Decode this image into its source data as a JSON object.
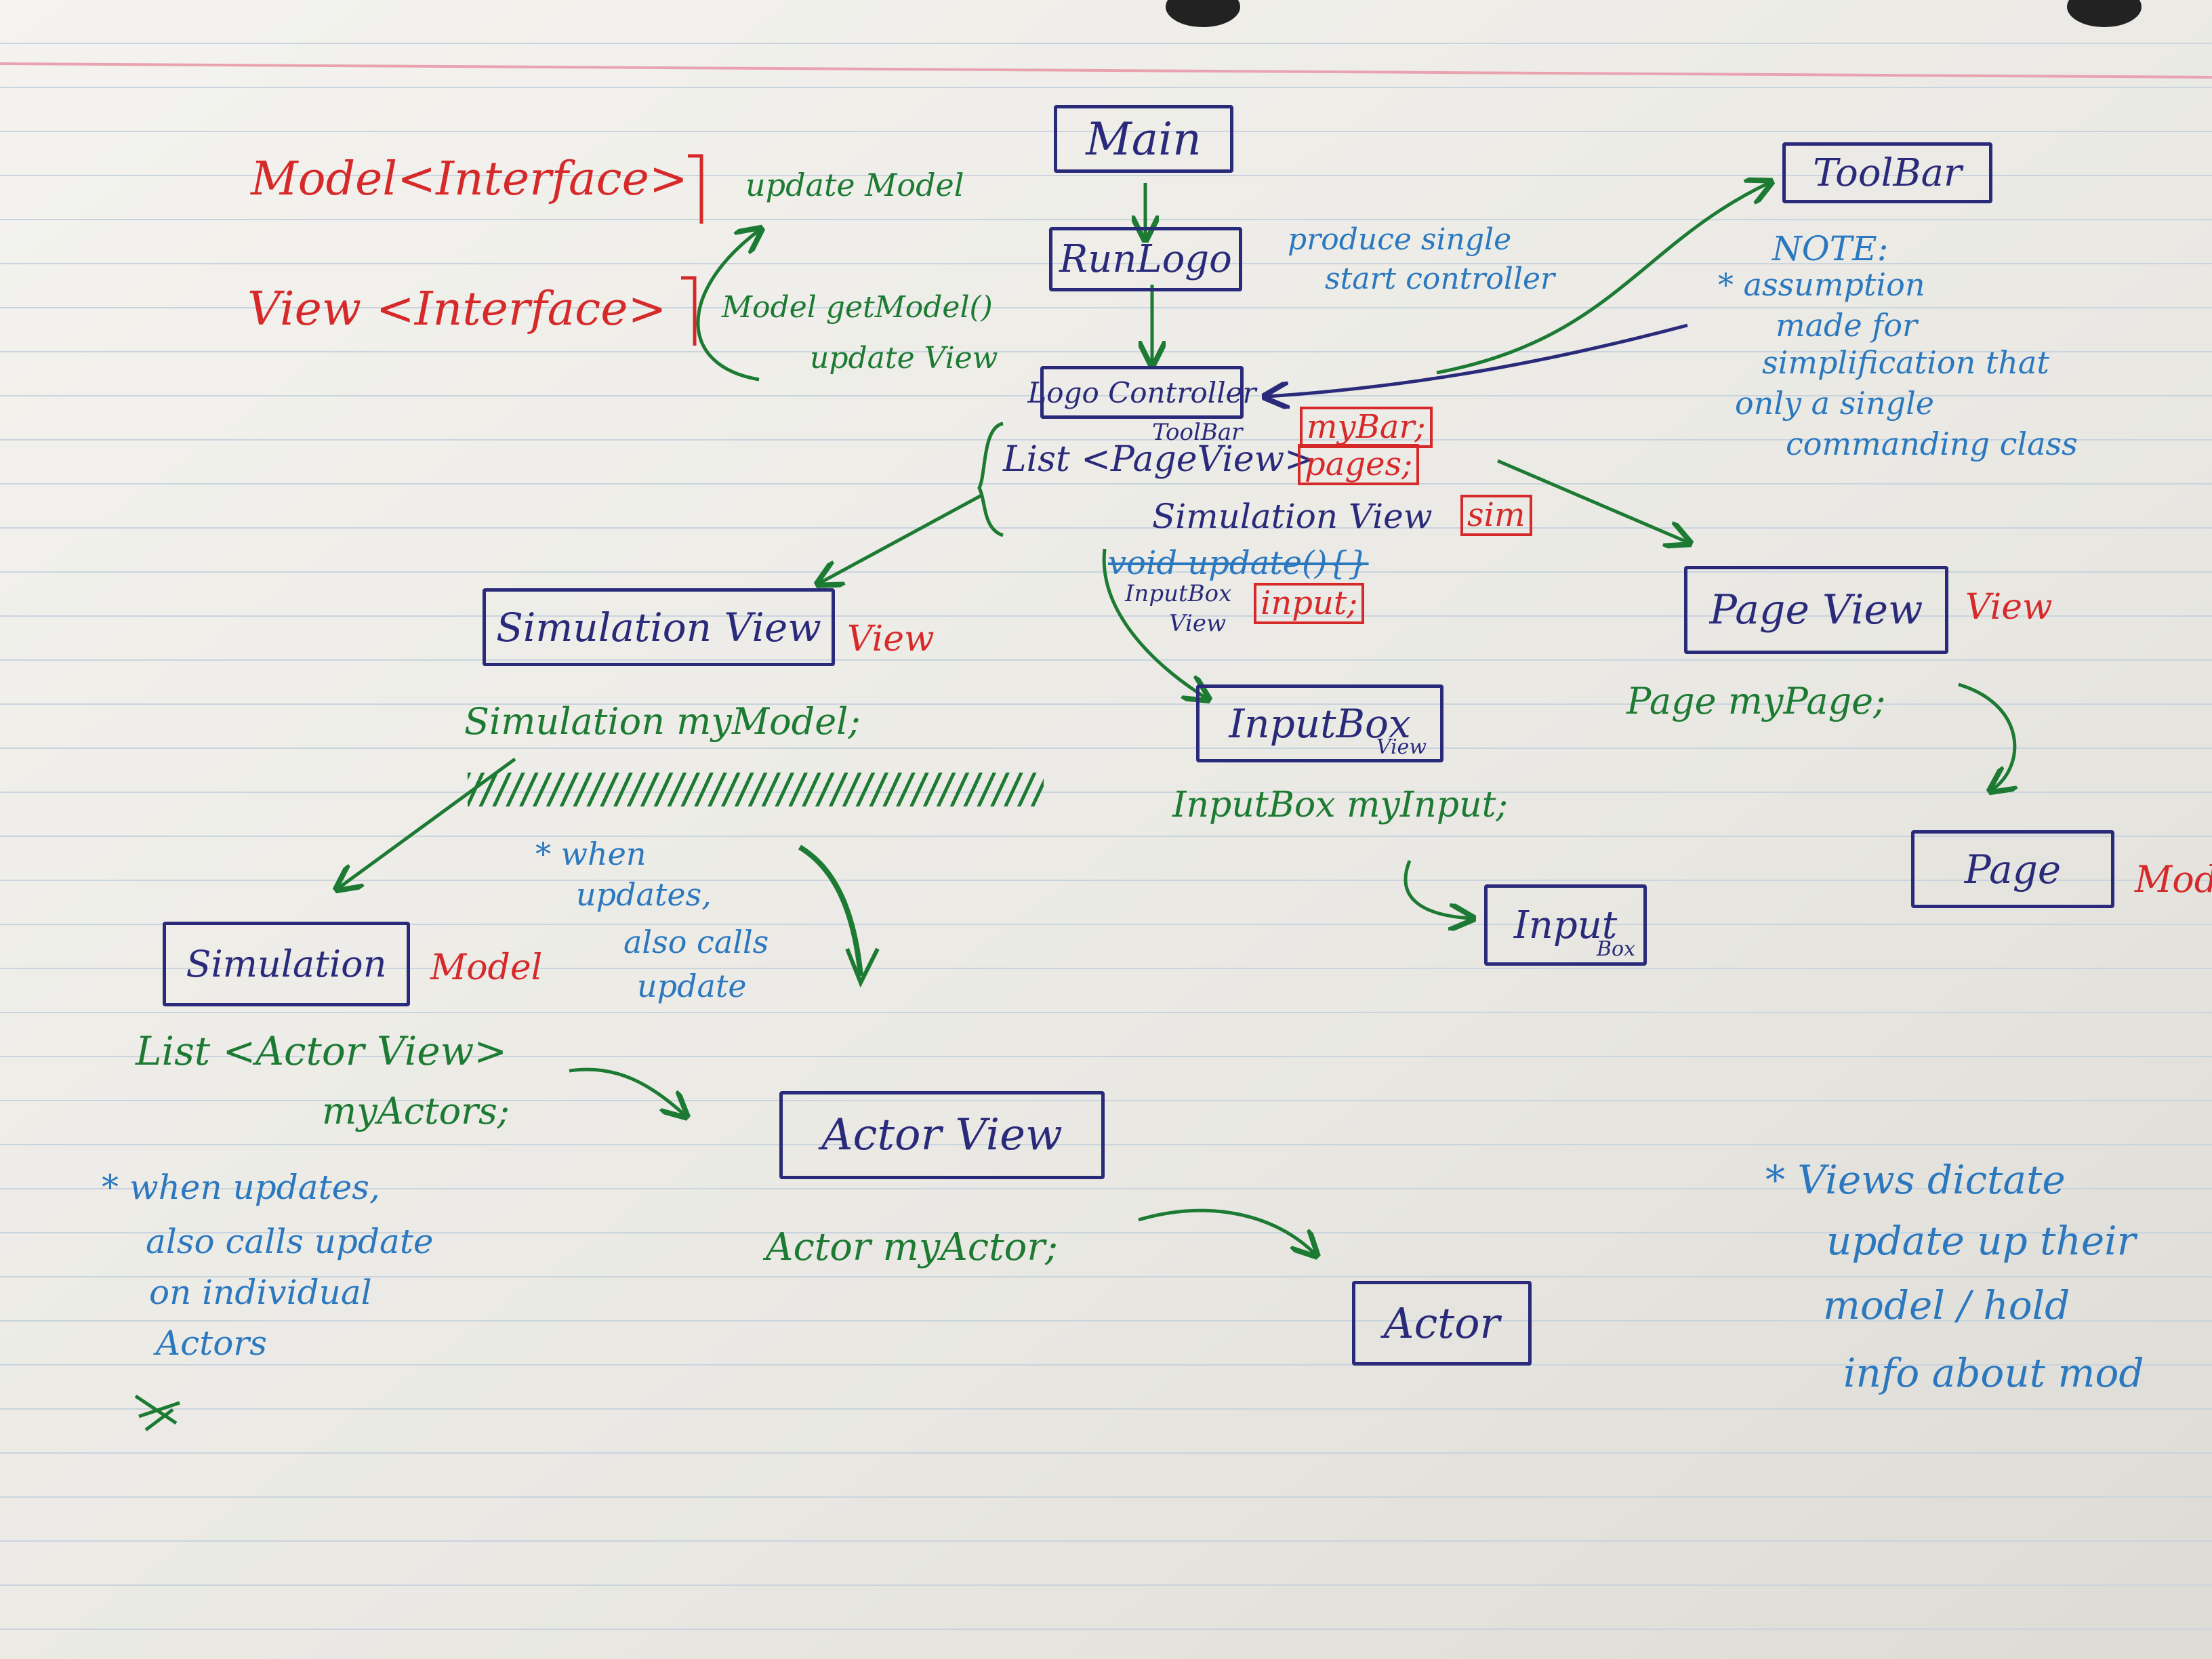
{
  "colors": {
    "navy": "#2a2a7a",
    "red": "#d62a2a",
    "green": "#1c7a32",
    "blue": "#2b78bf"
  },
  "interfaces": {
    "model": "Model<Interface>",
    "view": "View <Interface>"
  },
  "interface_notes": {
    "update_model": "update Model",
    "get_model": "Model getModel()",
    "update_view": "update View"
  },
  "classes": {
    "main": "Main",
    "run_logo": "RunLogo",
    "logo_controller": "Logo Controller",
    "toolbar": "ToolBar",
    "simulation_view": "Simulation View",
    "page_view": "Page View",
    "input_box_view": "InputBox",
    "input_box_view_sub": "View",
    "simulation": "Simulation",
    "actor_view": "Actor View",
    "actor": "Actor",
    "page": "Page",
    "input_box": "Input",
    "input_box_sub": "Box"
  },
  "stereotypes": {
    "simulation_view": "View",
    "page_view": "View",
    "simulation": "Model",
    "page": "Mod"
  },
  "notes": {
    "single_controller_1": "produce single",
    "single_controller_2": "start controller",
    "note_title": "NOTE:",
    "note_1": "* assumption",
    "note_2": "made for",
    "note_3": "simplification that",
    "note_4": "only a single",
    "note_5": "commanding class",
    "sim_note_1": "* when",
    "sim_note_2": "updates,",
    "sim_note_3": "also calls",
    "sim_note_4": "update",
    "actors_note_1": "* when updates,",
    "actors_note_2": "also calls update",
    "actors_note_3": "on individual",
    "actors_note_4": "Actors",
    "views_note_1": "* Views dictate",
    "views_note_2": "update up their",
    "views_note_3": "model / hold",
    "views_note_4": "info about mod"
  },
  "fields": {
    "toolbar_type": "ToolBar",
    "toolbar_name": "myBar;",
    "pages_type": "List <PageView>",
    "pages_name": "pages;",
    "sim_type": "Simulation View",
    "sim_name": "sim",
    "void_update": "void update(){}",
    "input_type": "InputBox",
    "input_type_2": "View",
    "input_name": "input;",
    "sim_model": "Simulation myModel;",
    "input_box_field": "InputBox myInput;",
    "page_field": "Page myPage;",
    "actors_type": "List <Actor View>",
    "actors_name": "myActors;",
    "actor_field": "Actor myActor;"
  }
}
